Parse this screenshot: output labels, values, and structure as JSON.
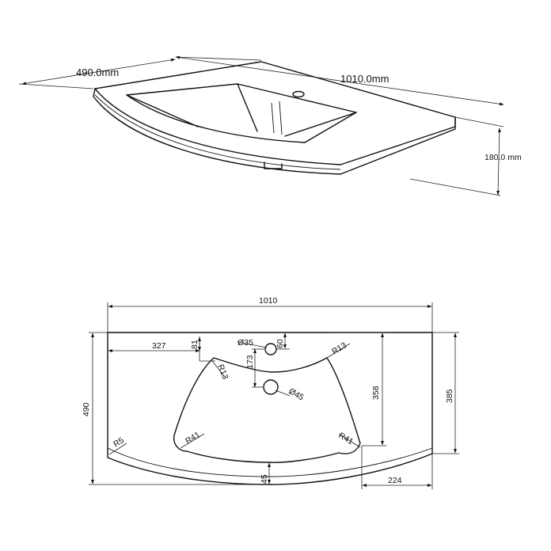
{
  "iso_view": {
    "depth_label": "490.0mm",
    "width_label": "1010.0mm",
    "height_label": "180.0 mm"
  },
  "plan_view": {
    "overall_width": "1010",
    "overall_depth": "490",
    "left_offset": "327",
    "bowl_top_offset": "81",
    "tap_hole_dia": "Ø35",
    "tap_hole_offset": "60",
    "hole_spacing": "173",
    "drain_dia": "Ø45",
    "bowl_depth": "358",
    "right_depth": "385",
    "front_bowl_gap": "45",
    "right_front_width": "224",
    "radius_corner": "R5",
    "radius_bowl_left_top": "R13",
    "radius_bowl_right_top": "R13",
    "radius_bowl_left_bottom": "R41",
    "radius_bowl_right_bottom": "R41"
  }
}
